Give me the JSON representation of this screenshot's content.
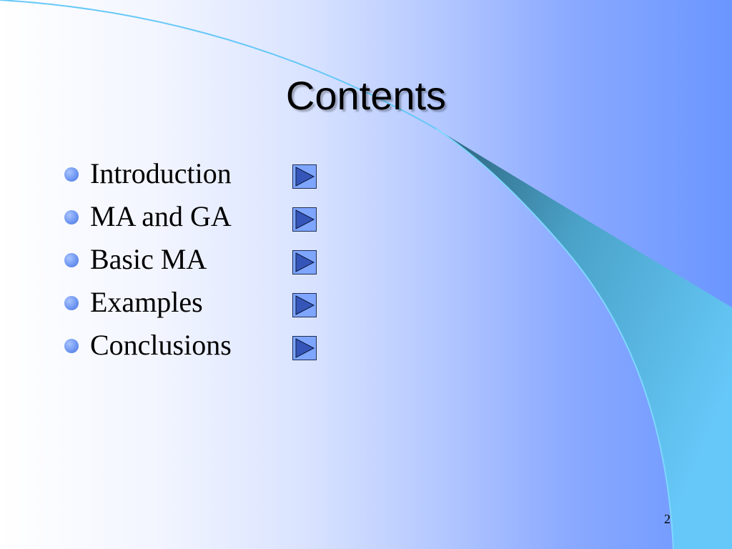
{
  "slide": {
    "title": "Contents",
    "items": [
      {
        "label": "Introduction",
        "nav_icon": "play-triangle-icon"
      },
      {
        "label": "MA and GA",
        "nav_icon": "play-triangle-icon"
      },
      {
        "label": "Basic MA",
        "nav_icon": "play-triangle-icon"
      },
      {
        "label": "Examples",
        "nav_icon": "play-triangle-icon"
      },
      {
        "label": "Conclusions",
        "nav_icon": "play-triangle-icon"
      }
    ],
    "page_number": "2"
  },
  "colors": {
    "background_left": "#ffffff",
    "background_right": "#6a96ff",
    "accent_cyan": "#66c8f8",
    "accent_dark": "#2f6f8a",
    "button_fill": "#7ea6ff",
    "bullet": "#6f97f2"
  }
}
